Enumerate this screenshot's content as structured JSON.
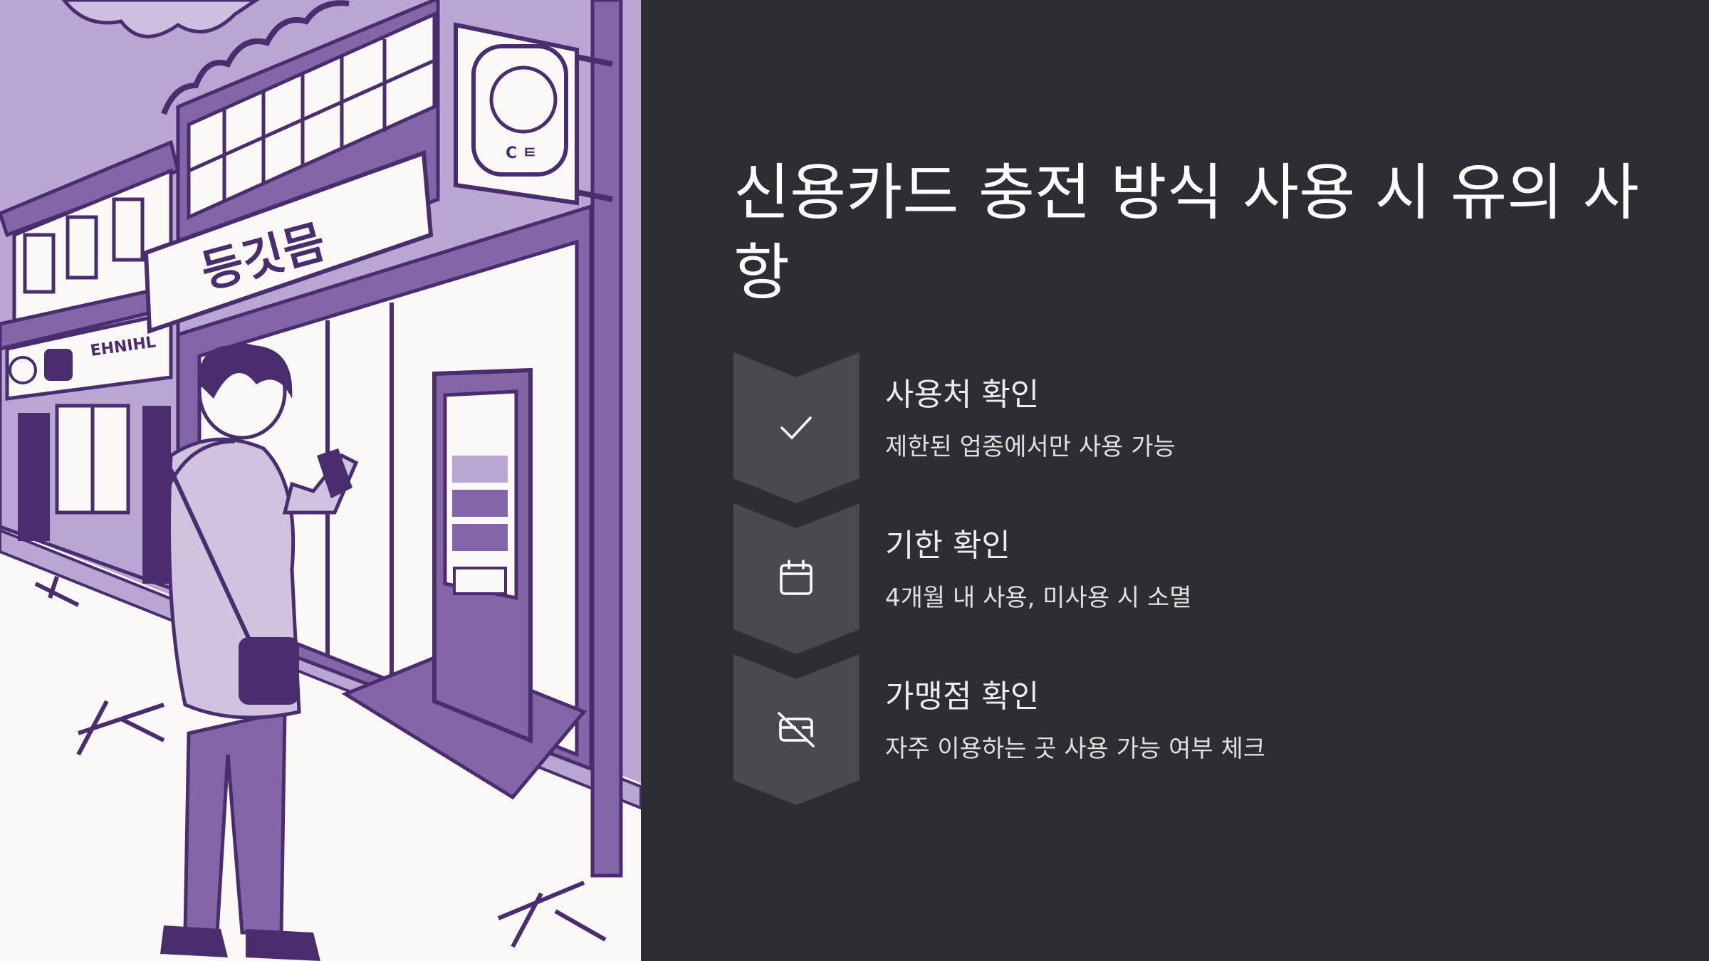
{
  "slide": {
    "title": "신용카드 충전 방식 사용 시 유의 사항",
    "steps": [
      {
        "title": "사용처 확인",
        "description": "제한된 업종에서만 사용 가능",
        "icon": "check-icon"
      },
      {
        "title": "기한 확인",
        "description": "4개월 내 사용, 미사용 시 소멸",
        "icon": "calendar-icon"
      },
      {
        "title": "가맹점 확인",
        "description": "자주 이용하는 곳 사용 가능 여부 체크",
        "icon": "card-off-icon"
      }
    ]
  },
  "illustration": {
    "description_icon": "street-person-phone-illustration",
    "sign_text": "등깃믐",
    "small_sign_text": "EHNIHL",
    "round_sign_text": "C ㅌ"
  },
  "colors": {
    "background": "#2b2e32",
    "chevron": "#474b50",
    "title": "#ffffff",
    "text": "#e0e0e0",
    "purple_dark": "#4a2d6e",
    "purple_mid": "#8366a8",
    "purple_light": "#b9a6d2",
    "cream": "#fbf9f6"
  }
}
